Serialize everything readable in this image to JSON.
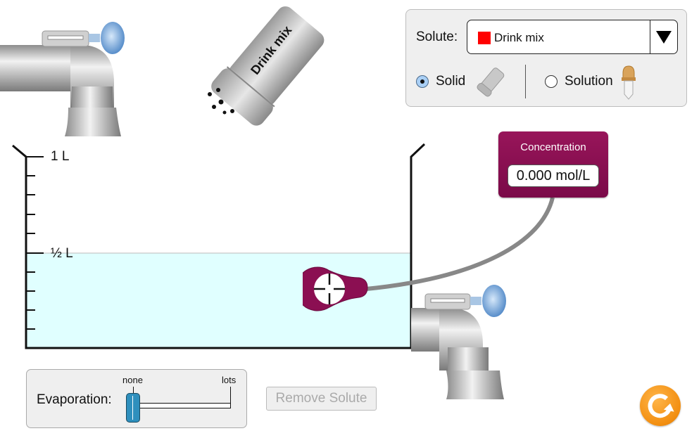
{
  "shaker": {
    "label": "Drink mix"
  },
  "solute_panel": {
    "label": "Solute:",
    "selected": "Drink mix",
    "selected_color": "#ff0000",
    "radios": [
      {
        "label": "Solid",
        "checked": true,
        "icon": "shaker-icon"
      },
      {
        "label": "Solution",
        "checked": false,
        "icon": "dropper-icon"
      }
    ]
  },
  "beaker": {
    "max_label": "1 L",
    "half_label": "½ L",
    "fill_fraction": 0.5,
    "solution_color": "#e0ffff"
  },
  "meter": {
    "title": "Concentration",
    "value": "0.000 mol/L",
    "color": "#8b0f52"
  },
  "evaporation": {
    "label": "Evaporation:",
    "min_label": "none",
    "max_label": "lots",
    "value_fraction": 0
  },
  "remove_button": {
    "label": "Remove Solute",
    "enabled": false
  },
  "reset_button": {
    "icon": "reset-icon",
    "color": "#f28e10"
  }
}
